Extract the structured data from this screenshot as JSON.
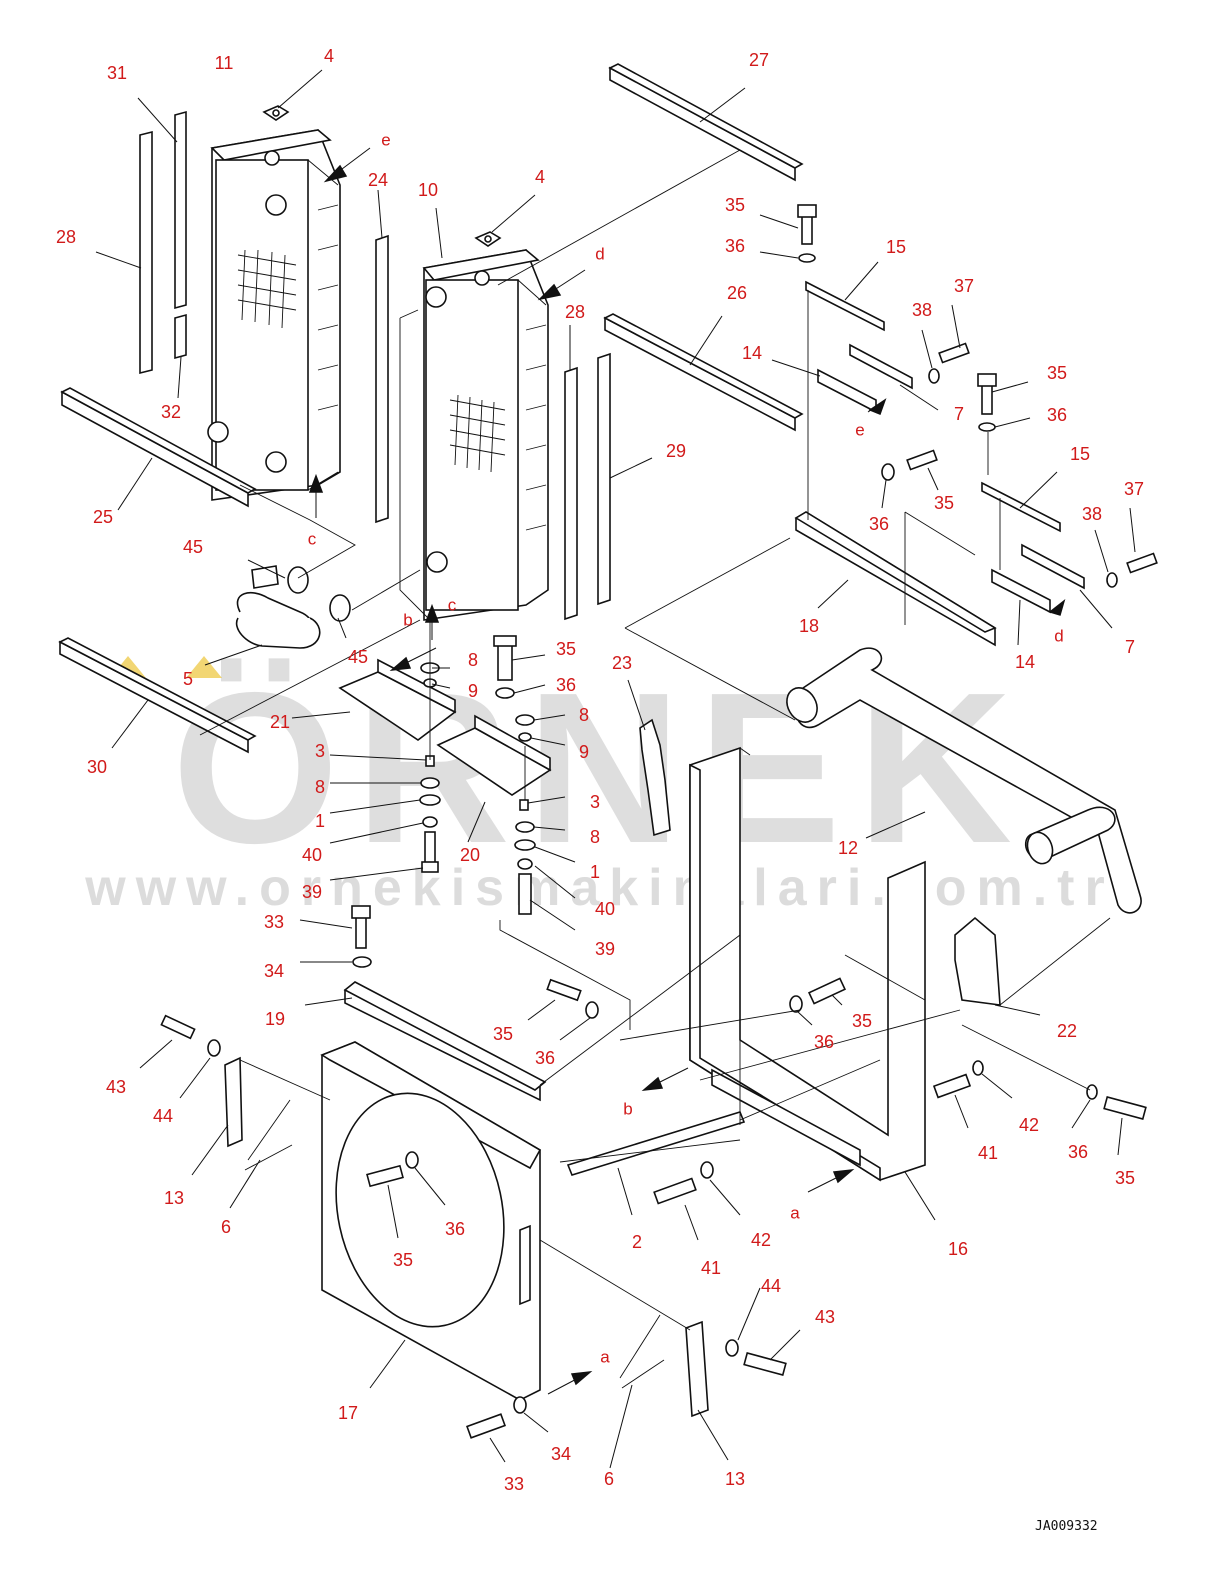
{
  "watermark": {
    "brand": "ÖRNEK",
    "url": "www.ornekismakinalari.com.tr"
  },
  "drawing_code": "JA009332",
  "callouts": [
    {
      "id": "c31a",
      "text": "31"
    },
    {
      "id": "c11a",
      "text": "11"
    },
    {
      "id": "c4a",
      "text": "4"
    },
    {
      "id": "c27",
      "text": "27"
    },
    {
      "id": "c_e1",
      "text": "e"
    },
    {
      "id": "c24",
      "text": "24"
    },
    {
      "id": "c28a",
      "text": "28"
    },
    {
      "id": "c10",
      "text": "10"
    },
    {
      "id": "c4b",
      "text": "4"
    },
    {
      "id": "c_d1",
      "text": "d"
    },
    {
      "id": "c35a",
      "text": "35"
    },
    {
      "id": "c36a",
      "text": "36"
    },
    {
      "id": "c15a",
      "text": "15"
    },
    {
      "id": "c26",
      "text": "26"
    },
    {
      "id": "c28b",
      "text": "28"
    },
    {
      "id": "c38a",
      "text": "38"
    },
    {
      "id": "c37a",
      "text": "37"
    },
    {
      "id": "c14a",
      "text": "14"
    },
    {
      "id": "c35b",
      "text": "35"
    },
    {
      "id": "c36b",
      "text": "36"
    },
    {
      "id": "c7a",
      "text": "7"
    },
    {
      "id": "c_e2",
      "text": "e"
    },
    {
      "id": "c32",
      "text": "32"
    },
    {
      "id": "c29",
      "text": "29"
    },
    {
      "id": "c15b",
      "text": "15"
    },
    {
      "id": "c25",
      "text": "25"
    },
    {
      "id": "c35c",
      "text": "35"
    },
    {
      "id": "c36c",
      "text": "36"
    },
    {
      "id": "c37b",
      "text": "37"
    },
    {
      "id": "c38b",
      "text": "38"
    },
    {
      "id": "c_c1",
      "text": "c"
    },
    {
      "id": "c45a",
      "text": "45"
    },
    {
      "id": "c18",
      "text": "18"
    },
    {
      "id": "c14b",
      "text": "14"
    },
    {
      "id": "c_d2",
      "text": "d"
    },
    {
      "id": "c7b",
      "text": "7"
    },
    {
      "id": "c_c2",
      "text": "c"
    },
    {
      "id": "c_b1",
      "text": "b"
    },
    {
      "id": "c45b",
      "text": "45"
    },
    {
      "id": "c35d",
      "text": "35"
    },
    {
      "id": "c5",
      "text": "5"
    },
    {
      "id": "c8a",
      "text": "8"
    },
    {
      "id": "c9a",
      "text": "9"
    },
    {
      "id": "c23",
      "text": "23"
    },
    {
      "id": "c36d",
      "text": "36"
    },
    {
      "id": "c21",
      "text": "21"
    },
    {
      "id": "c8b",
      "text": "8"
    },
    {
      "id": "c9b",
      "text": "9"
    },
    {
      "id": "c30",
      "text": "30"
    },
    {
      "id": "c3a",
      "text": "3"
    },
    {
      "id": "c8c",
      "text": "8"
    },
    {
      "id": "c3b",
      "text": "3"
    },
    {
      "id": "c1a",
      "text": "1"
    },
    {
      "id": "c8d",
      "text": "8"
    },
    {
      "id": "c12",
      "text": "12"
    },
    {
      "id": "c40a",
      "text": "40"
    },
    {
      "id": "c20",
      "text": "20"
    },
    {
      "id": "c1b",
      "text": "1"
    },
    {
      "id": "c39a",
      "text": "39"
    },
    {
      "id": "c40b",
      "text": "40"
    },
    {
      "id": "c33a",
      "text": "33"
    },
    {
      "id": "c39b",
      "text": "39"
    },
    {
      "id": "c34a",
      "text": "34"
    },
    {
      "id": "c19",
      "text": "19"
    },
    {
      "id": "c35e",
      "text": "35"
    },
    {
      "id": "c35f",
      "text": "35"
    },
    {
      "id": "c36e",
      "text": "36"
    },
    {
      "id": "c36f",
      "text": "36"
    },
    {
      "id": "c22",
      "text": "22"
    },
    {
      "id": "c43a",
      "text": "43"
    },
    {
      "id": "c44a",
      "text": "44"
    },
    {
      "id": "c_b2",
      "text": "b"
    },
    {
      "id": "c42a",
      "text": "42"
    },
    {
      "id": "c41a",
      "text": "41"
    },
    {
      "id": "c36g",
      "text": "36"
    },
    {
      "id": "c35g",
      "text": "35"
    },
    {
      "id": "c13a",
      "text": "13"
    },
    {
      "id": "c6a",
      "text": "6"
    },
    {
      "id": "c36h",
      "text": "36"
    },
    {
      "id": "c_a1",
      "text": "a"
    },
    {
      "id": "c2",
      "text": "2"
    },
    {
      "id": "c42b",
      "text": "42"
    },
    {
      "id": "c16",
      "text": "16"
    },
    {
      "id": "c35h",
      "text": "35"
    },
    {
      "id": "c41b",
      "text": "41"
    },
    {
      "id": "c44b",
      "text": "44"
    },
    {
      "id": "c43b",
      "text": "43"
    },
    {
      "id": "c_a2",
      "text": "a"
    },
    {
      "id": "c17",
      "text": "17"
    },
    {
      "id": "c6b",
      "text": "6"
    },
    {
      "id": "c34b",
      "text": "34"
    },
    {
      "id": "c33b",
      "text": "33"
    },
    {
      "id": "c13b",
      "text": "13"
    }
  ]
}
